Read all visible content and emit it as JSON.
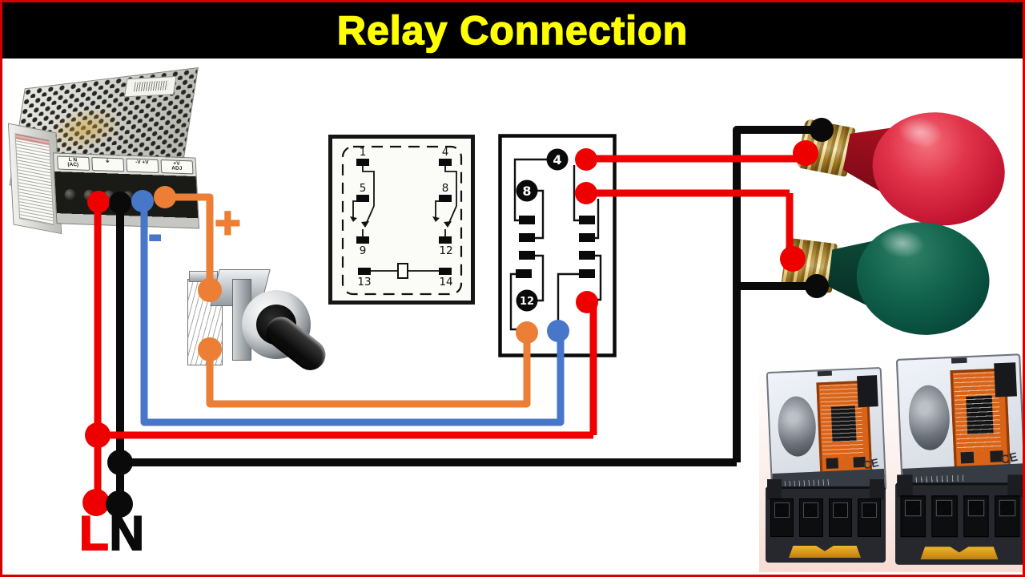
{
  "title": "Relay Connection",
  "colors": {
    "frame_red": "#d40000",
    "title_yellow": "#ffff00",
    "wire_red": "#ef0000",
    "wire_black": "#0a0a0a",
    "wire_blue": "#4876c8",
    "wire_orange": "#ec7e35",
    "bulb_red": "#d2243a",
    "bulb_green": "#0b5342"
  },
  "power_supply": {
    "terminal_labels": [
      {
        "line1": "L  N",
        "line2": "(AC)"
      },
      {
        "line1": "⏚",
        "line2": ""
      },
      {
        "line1": "-V +V",
        "line2": ""
      },
      {
        "line1": "+V",
        "line2": "ADJ"
      }
    ]
  },
  "polarity": {
    "minus": "-",
    "plus": "+"
  },
  "relay_schematic": {
    "pins": [
      "1",
      "4",
      "5",
      "8",
      "9",
      "12",
      "13",
      "14"
    ]
  },
  "relay_socket": {
    "labeled_pins": [
      "4",
      "8",
      "12"
    ]
  },
  "mains": {
    "line_label": "L",
    "neutral_label": "N"
  },
  "relay_photos": {
    "marking": "CE"
  }
}
